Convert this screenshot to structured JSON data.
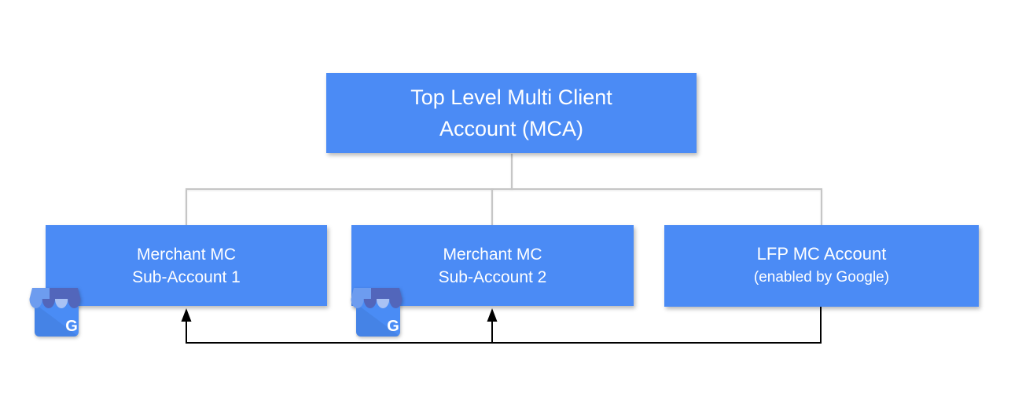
{
  "diagram": {
    "nodes": {
      "mca": {
        "line1": "Top Level Multi Client",
        "line2": "Account (MCA)"
      },
      "sub1": {
        "line1": "Merchant MC",
        "line2": "Sub-Account 1"
      },
      "sub2": {
        "line1": "Merchant MC",
        "line2": "Sub-Account 2"
      },
      "lfp": {
        "line1": "LFP MC Account",
        "line2": "(enabled by Google)"
      }
    },
    "edges": {
      "tree": [
        {
          "from": "mca",
          "to": "sub1",
          "style": "gray-line"
        },
        {
          "from": "mca",
          "to": "sub2",
          "style": "gray-line"
        },
        {
          "from": "mca",
          "to": "lfp",
          "style": "gray-line"
        }
      ],
      "arrows": [
        {
          "from": "lfp",
          "to": "sub1",
          "style": "black-arrow"
        },
        {
          "from": "lfp",
          "to": "sub2",
          "style": "black-arrow"
        }
      ]
    },
    "icon": {
      "name": "google-business-profile",
      "letter": "G"
    }
  },
  "colors": {
    "canvas_bg": "#ffffff",
    "box_fill": "#4b8bf5",
    "box_text": "#ffffff",
    "tree_line": "#c6c6c6",
    "arrow_line": "#000000",
    "gmb_body": "#4a8cf5",
    "gmb_stripe_medium": "#6d9cef",
    "gmb_stripe_dark": "#5266bb",
    "gmb_stripe_light": "#a9c2f4",
    "gmb_letter": "#ffffff"
  }
}
